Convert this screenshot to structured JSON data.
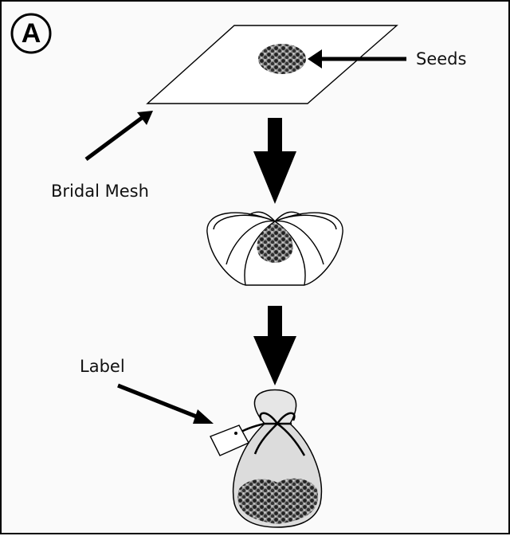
{
  "panel_letter": "A",
  "labels": {
    "seeds": "Seeds",
    "mesh": "Bridal Mesh",
    "label": "Label"
  },
  "colors": {
    "line": "#000000",
    "bag_fill": "#dcdcdc",
    "seed_dark": "#2a2a2a",
    "seed_light": "#9a9a9a"
  }
}
